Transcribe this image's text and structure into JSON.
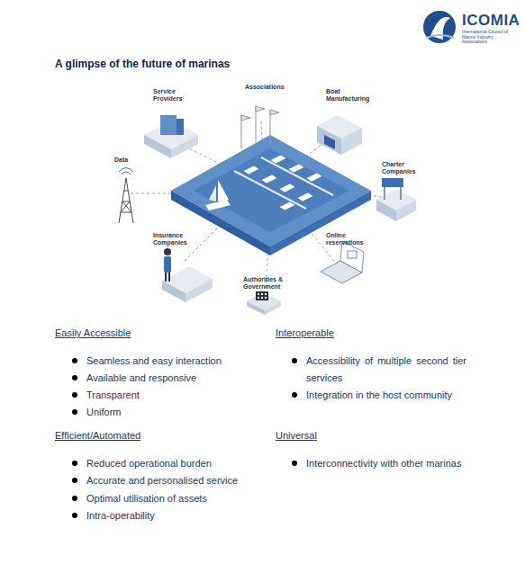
{
  "diagram": {
    "title": "A glimpse of the future of marinas",
    "labels": [
      "ICOMIA",
      "International Council of Marine Industry Associations",
      "Service Providers",
      "Associations",
      "Boat Manufacturing",
      "Charter Companies",
      "Data",
      "Insurance Companies",
      "Online reservations",
      "Authorities & Government",
      "Easily Accessible",
      "Seamless and easy interaction",
      "Available and responsive",
      "Transparent",
      "Uniform",
      "Interoperable",
      "Accessibility of multiple second tier services",
      "Integration in the host community",
      "Efficient/Automated",
      "Reduced operational burden",
      "Accurate and personalised service",
      "Optimal utilisation of assets",
      "Intra-operability",
      "Universal",
      "Interconnectivity with other marinas"
    ]
  }
}
